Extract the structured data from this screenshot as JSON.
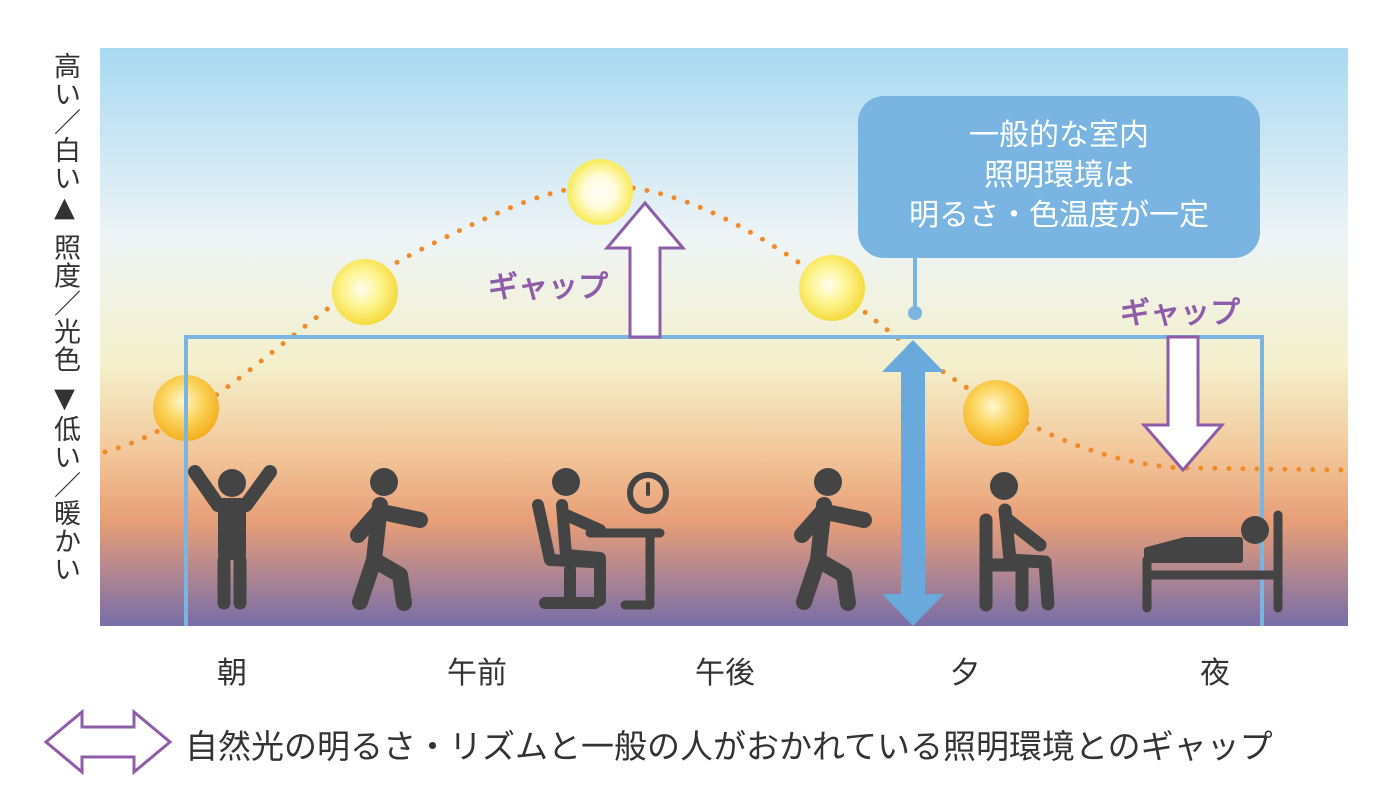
{
  "y_axis_label": "高い／白い▲ 照度／光色 ▼低い／暖かい",
  "time_labels": [
    "朝",
    "午前",
    "午後",
    "夕",
    "夜"
  ],
  "callout_lines": [
    "一般的な室内",
    "照明環境は",
    "明るさ・色温度が一定"
  ],
  "gap_label_1": "ギャップ",
  "gap_label_2": "ギャップ",
  "legend_text": "自然光の明るさ・リズムと一般の人がおかれている照明環境とのギャップ",
  "colors": {
    "accent_purple": "#8e5ca8",
    "indoor_blue": "#7ab4e0",
    "sun_curve": "#f08a2a",
    "figure": "#444444"
  }
}
